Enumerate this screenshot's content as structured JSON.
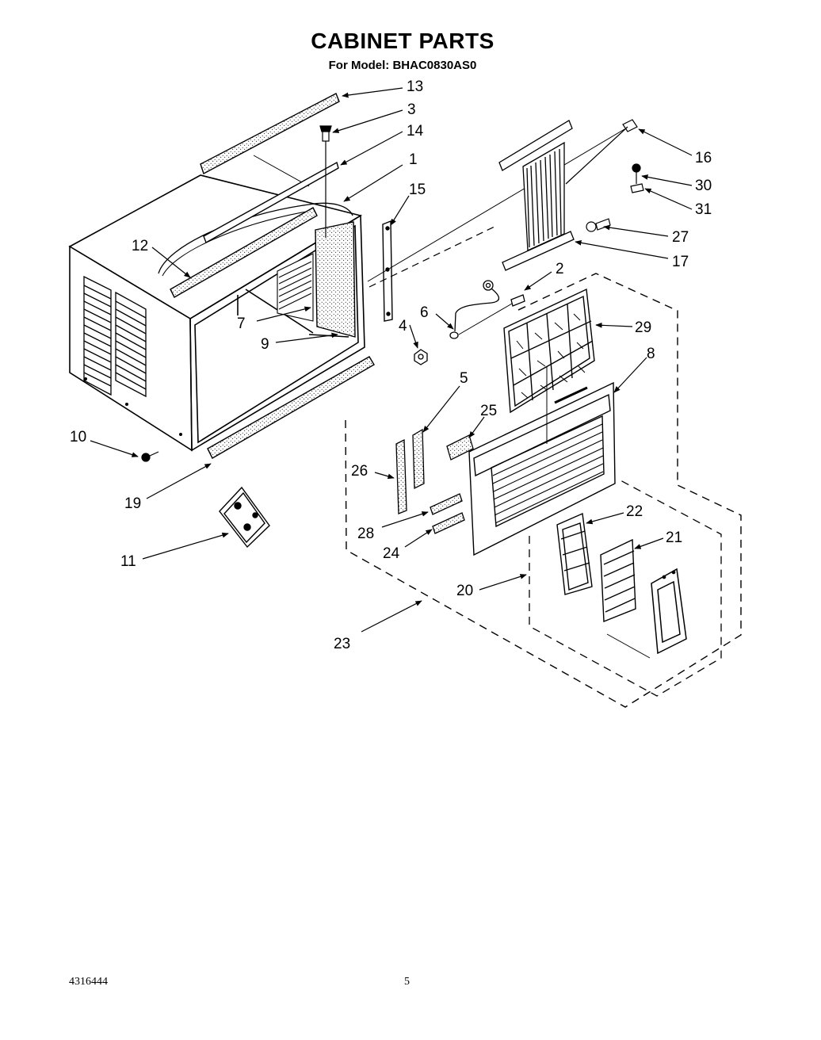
{
  "header": {
    "title": "CABINET PARTS",
    "subtitle": "For Model: BHAC0830AS0"
  },
  "footer": {
    "doc_number": "4316444",
    "page_number": "5"
  },
  "callouts": [
    {
      "name": "label-1",
      "text": "1"
    },
    {
      "name": "label-2",
      "text": "2"
    },
    {
      "name": "label-3",
      "text": "3"
    },
    {
      "name": "label-4",
      "text": "4"
    },
    {
      "name": "label-5",
      "text": "5"
    },
    {
      "name": "label-6",
      "text": "6"
    },
    {
      "name": "label-7",
      "text": "7"
    },
    {
      "name": "label-8",
      "text": "8"
    },
    {
      "name": "label-9",
      "text": "9"
    },
    {
      "name": "label-10",
      "text": "10"
    },
    {
      "name": "label-11",
      "text": "11"
    },
    {
      "name": "label-12",
      "text": "12"
    },
    {
      "name": "label-13",
      "text": "13"
    },
    {
      "name": "label-14",
      "text": "14"
    },
    {
      "name": "label-15",
      "text": "15"
    },
    {
      "name": "label-16",
      "text": "16"
    },
    {
      "name": "label-17",
      "text": "17"
    },
    {
      "name": "label-19",
      "text": "19"
    },
    {
      "name": "label-20",
      "text": "20"
    },
    {
      "name": "label-21",
      "text": "21"
    },
    {
      "name": "label-22",
      "text": "22"
    },
    {
      "name": "label-23",
      "text": "23"
    },
    {
      "name": "label-24",
      "text": "24"
    },
    {
      "name": "label-25",
      "text": "25"
    },
    {
      "name": "label-26",
      "text": "26"
    },
    {
      "name": "label-27",
      "text": "27"
    },
    {
      "name": "label-28",
      "text": "28"
    },
    {
      "name": "label-29",
      "text": "29"
    },
    {
      "name": "label-30",
      "text": "30"
    },
    {
      "name": "label-31",
      "text": "31"
    }
  ]
}
